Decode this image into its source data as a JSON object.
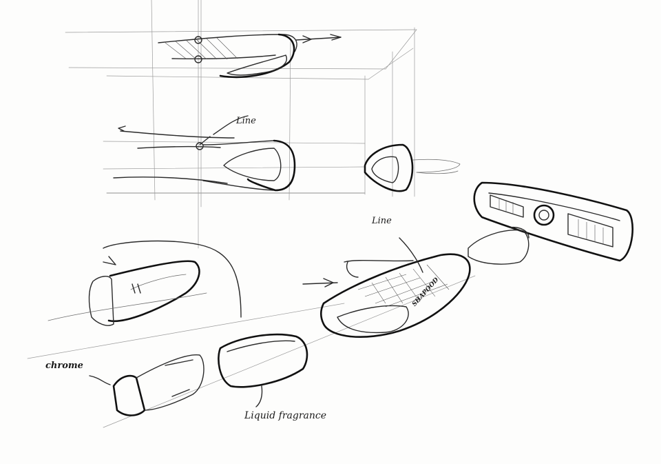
{
  "annotations": {
    "line_top": "Line",
    "line_mid": "Line",
    "chrome": "chrome",
    "liquid_fragrance": "Liquid fragrance",
    "brand_mark": "SHAPOOD"
  },
  "colors": {
    "paper": "#fdfdfc",
    "ink": "#2a2a2a",
    "guide": "#9a9a9a"
  }
}
